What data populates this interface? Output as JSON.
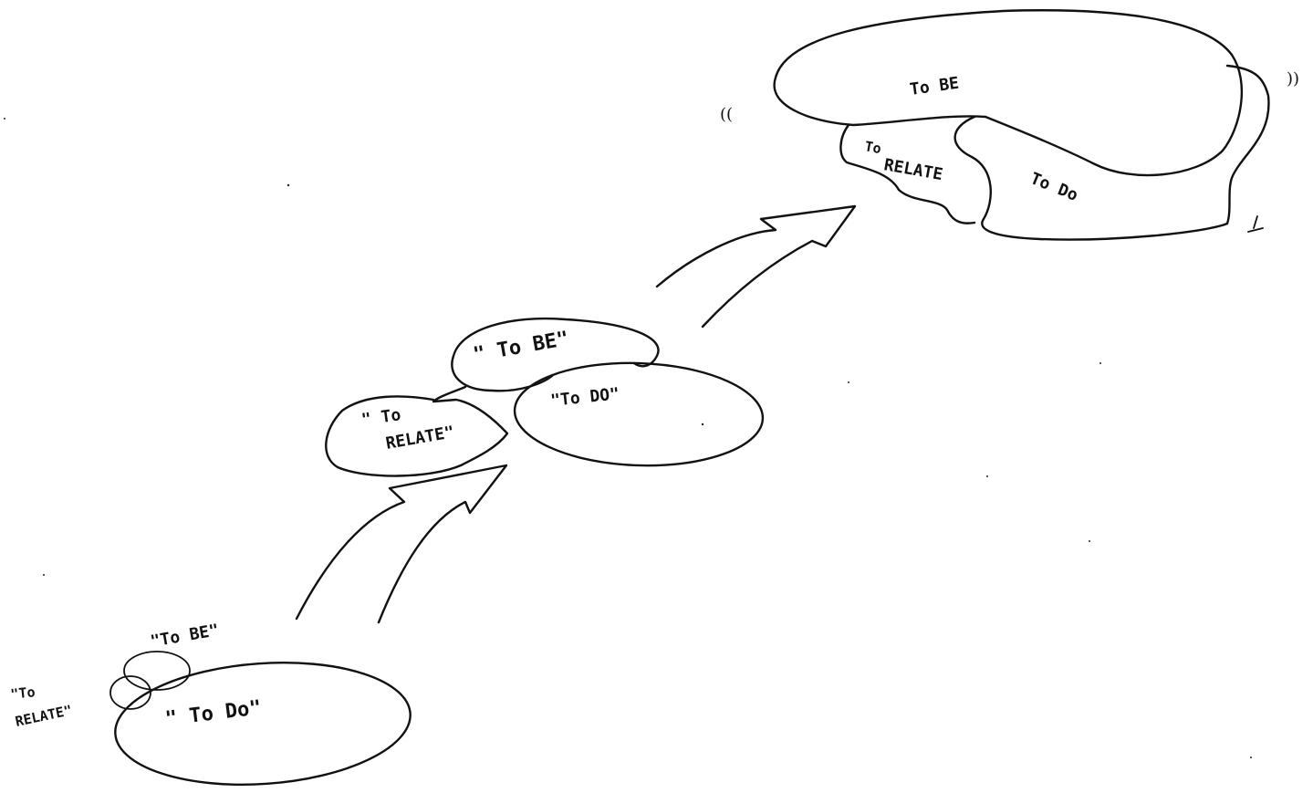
{
  "stage1": {
    "to_be": "\"To BE\"",
    "to_do": "\" To Do\"",
    "to_relate_line1": "\"To",
    "to_relate_line2": "RELATE\""
  },
  "stage2": {
    "to_be": "\" To BE\"",
    "to_do": "\"To DO\"",
    "to_relate_line1": "\" To",
    "to_relate_line2": "RELATE\""
  },
  "stage3": {
    "to_be": "To BE",
    "to_do": "To Do",
    "to_relate_line1": "To",
    "to_relate_line2": "RELATE",
    "quote_open": "((",
    "quote_close": "))"
  }
}
